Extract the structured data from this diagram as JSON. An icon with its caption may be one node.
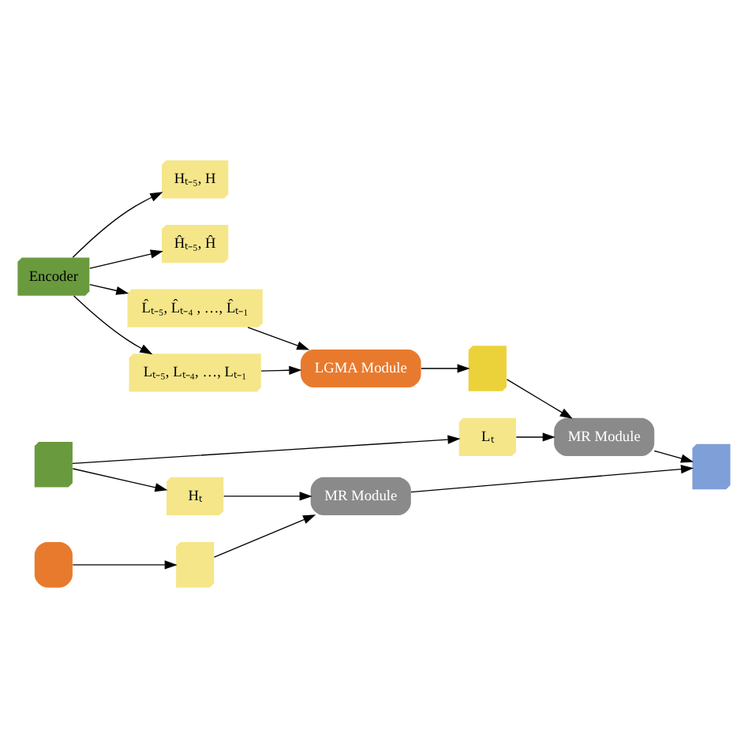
{
  "diagram": {
    "nodes": [
      {
        "text": [
          "Encoder"
        ]
      },
      {
        "text": [
          "Lₜ₋₅, Lₜ₋₄, …, Lₜ₋₁"
        ]
      },
      {
        "text": [
          "Hₜ₋₅, H"
        ]
      },
      {
        "text": [
          "LGMA Module"
        ]
      },
      {
        "text": [
          "L̂ₜ₋₅, L̂ₜ₋₄ , …, L̂ₜ₋₁"
        ]
      },
      {
        "text": [],
        "shape": "box"
      },
      {
        "text": [],
        "shape": "box"
      },
      {
        "text": [],
        "shape": "box"
      },
      {
        "text": [
          "Ĥₜ₋₅, Ĥ"
        ]
      },
      {
        "text": [],
        "shape": "box"
      },
      {
        "text": [
          "Lₜ"
        ]
      },
      {
        "text": [
          "Hₜ"
        ]
      },
      {
        "text": [
          "MR Module"
        ]
      },
      {
        "text": [
          "MR Module"
        ]
      },
      {
        "text": [],
        "shape": "box"
      }
    ],
    "edges": [
      {
        "from": 0,
        "to": 1,
        "arrow": "to"
      },
      {
        "from": 0,
        "to": 2,
        "arrow": "to"
      },
      {
        "from": 0,
        "to": 4,
        "arrow": "to"
      },
      {
        "from": 0,
        "to": 8,
        "arrow": "to"
      },
      {
        "from": 1,
        "to": 3,
        "arrow": "to"
      },
      {
        "from": 4,
        "to": 3,
        "arrow": "to"
      },
      {
        "from": 3,
        "to": 5,
        "arrow": "to"
      },
      {
        "from": 7,
        "to": 6,
        "arrow": "to"
      },
      {
        "from": 5,
        "to": 12,
        "arrow": "to"
      },
      {
        "from": 6,
        "to": 13,
        "arrow": "to"
      },
      {
        "from": 9,
        "to": 10,
        "arrow": "to"
      },
      {
        "from": 9,
        "to": 11,
        "arrow": "to"
      },
      {
        "from": 10,
        "to": 12,
        "arrow": "to"
      },
      {
        "from": 11,
        "to": 13,
        "arrow": "to"
      },
      {
        "from": 12,
        "to": 14,
        "arrow": "to"
      },
      {
        "from": 13,
        "to": 14,
        "arrow": "to"
      }
    ]
  }
}
